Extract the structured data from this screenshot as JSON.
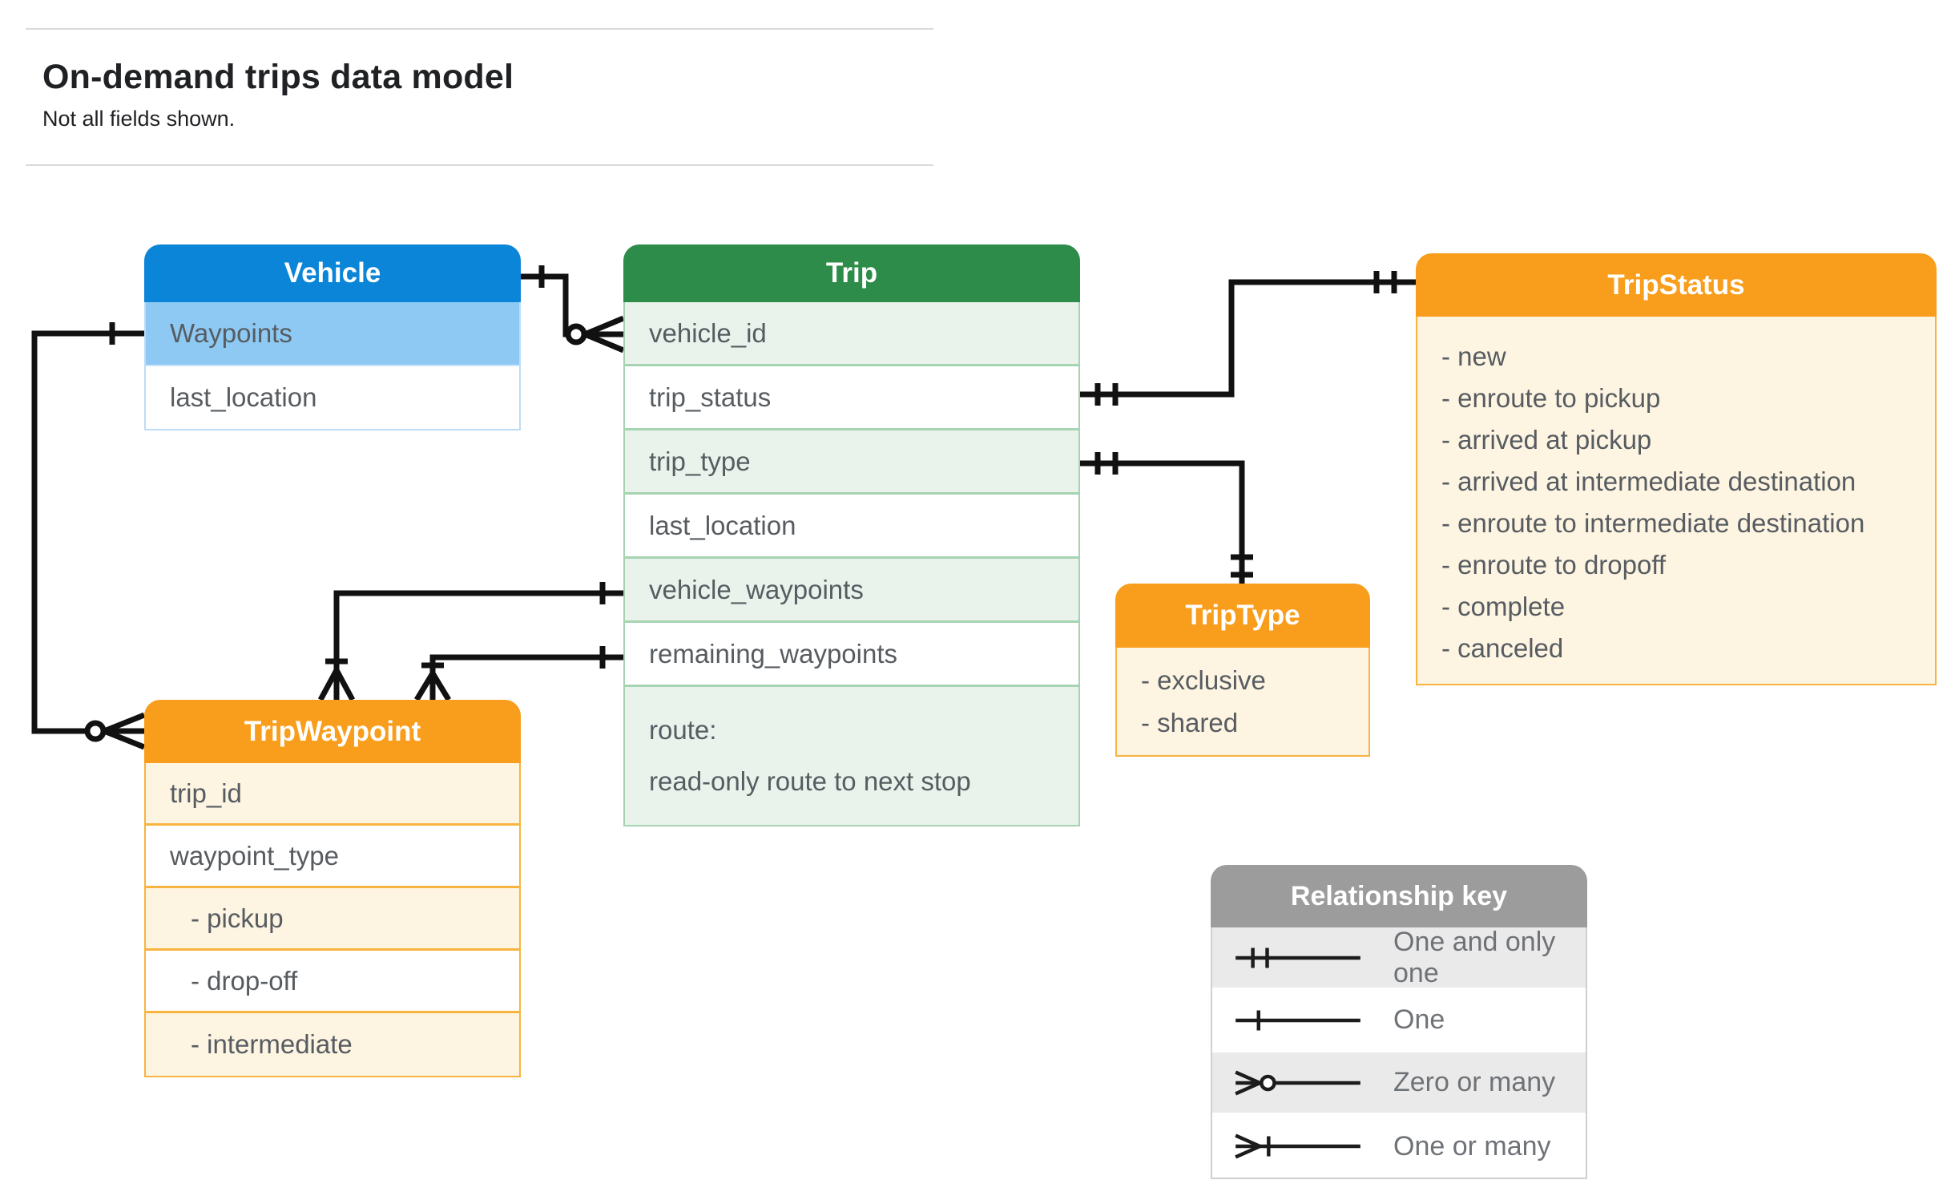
{
  "header": {
    "title": "On-demand trips data model",
    "subtitle": "Not all fields shown."
  },
  "entities": {
    "vehicle": {
      "title": "Vehicle",
      "fields": [
        {
          "label": "Waypoints"
        },
        {
          "label": "last_location"
        }
      ]
    },
    "trip": {
      "title": "Trip",
      "fields": [
        {
          "label": "vehicle_id"
        },
        {
          "label": "trip_status"
        },
        {
          "label": "trip_type"
        },
        {
          "label": "last_location"
        },
        {
          "label": "vehicle_waypoints"
        },
        {
          "label": "remaining_waypoints"
        }
      ],
      "route_field": {
        "line1": "route:",
        "line2": "read-only route to next stop"
      }
    },
    "tripstatus": {
      "title": "TripStatus",
      "values": [
        "- new",
        "- enroute to pickup",
        "- arrived at pickup",
        "- arrived at intermediate destination",
        "- enroute to intermediate destination",
        "- enroute to dropoff",
        "- complete",
        "- canceled"
      ]
    },
    "tripwaypoint": {
      "title": "TripWaypoint",
      "fields": [
        {
          "label": "trip_id"
        },
        {
          "label": "waypoint_type"
        },
        {
          "label": "- pickup",
          "indent": true
        },
        {
          "label": "- drop-off",
          "indent": true
        },
        {
          "label": "- intermediate",
          "indent": true
        }
      ]
    },
    "triptype": {
      "title": "TripType",
      "values": [
        "- exclusive",
        "- shared"
      ]
    }
  },
  "key": {
    "title": "Relationship key",
    "rows": [
      {
        "symbol": "one-and-only-one-symbol",
        "label": "One and only one"
      },
      {
        "symbol": "one-symbol",
        "label": "One"
      },
      {
        "symbol": "zero-or-many-symbol",
        "label": "Zero or many"
      },
      {
        "symbol": "one-or-many-symbol",
        "label": "One or many"
      }
    ]
  },
  "relationships": [
    {
      "from": "Vehicle",
      "to": "Trip.vehicle_id",
      "from_cardinality": "one",
      "to_cardinality": "zero or many"
    },
    {
      "from": "Vehicle.Waypoints",
      "to": "TripWaypoint",
      "from_cardinality": "one",
      "to_cardinality": "zero or many"
    },
    {
      "from": "Trip.trip_status",
      "to": "TripStatus",
      "from_cardinality": "one and only one",
      "to_cardinality": "one and only one"
    },
    {
      "from": "Trip.trip_type",
      "to": "TripType",
      "from_cardinality": "one and only one",
      "to_cardinality": "one and only one"
    },
    {
      "from": "Trip.vehicle_waypoints",
      "to": "TripWaypoint",
      "from_cardinality": "one",
      "to_cardinality": "one or many"
    },
    {
      "from": "Trip.remaining_waypoints",
      "to": "TripWaypoint",
      "from_cardinality": "one",
      "to_cardinality": "one or many"
    }
  ],
  "colors": {
    "blue_header": "#0a85d7",
    "blue_row": "#8ec9f4",
    "green_header": "#2d8c49",
    "green_row": "#e9f3ec",
    "green_border": "#a6d3b1",
    "orange_header": "#f99e1c",
    "cream_row": "#fdf4e2",
    "orange_border": "#f8b43f",
    "gray_header": "#9c9c9c",
    "gray_row": "#eaeaea",
    "row_text": "#575c61",
    "title_text": "#202124",
    "connector": "#111111"
  }
}
